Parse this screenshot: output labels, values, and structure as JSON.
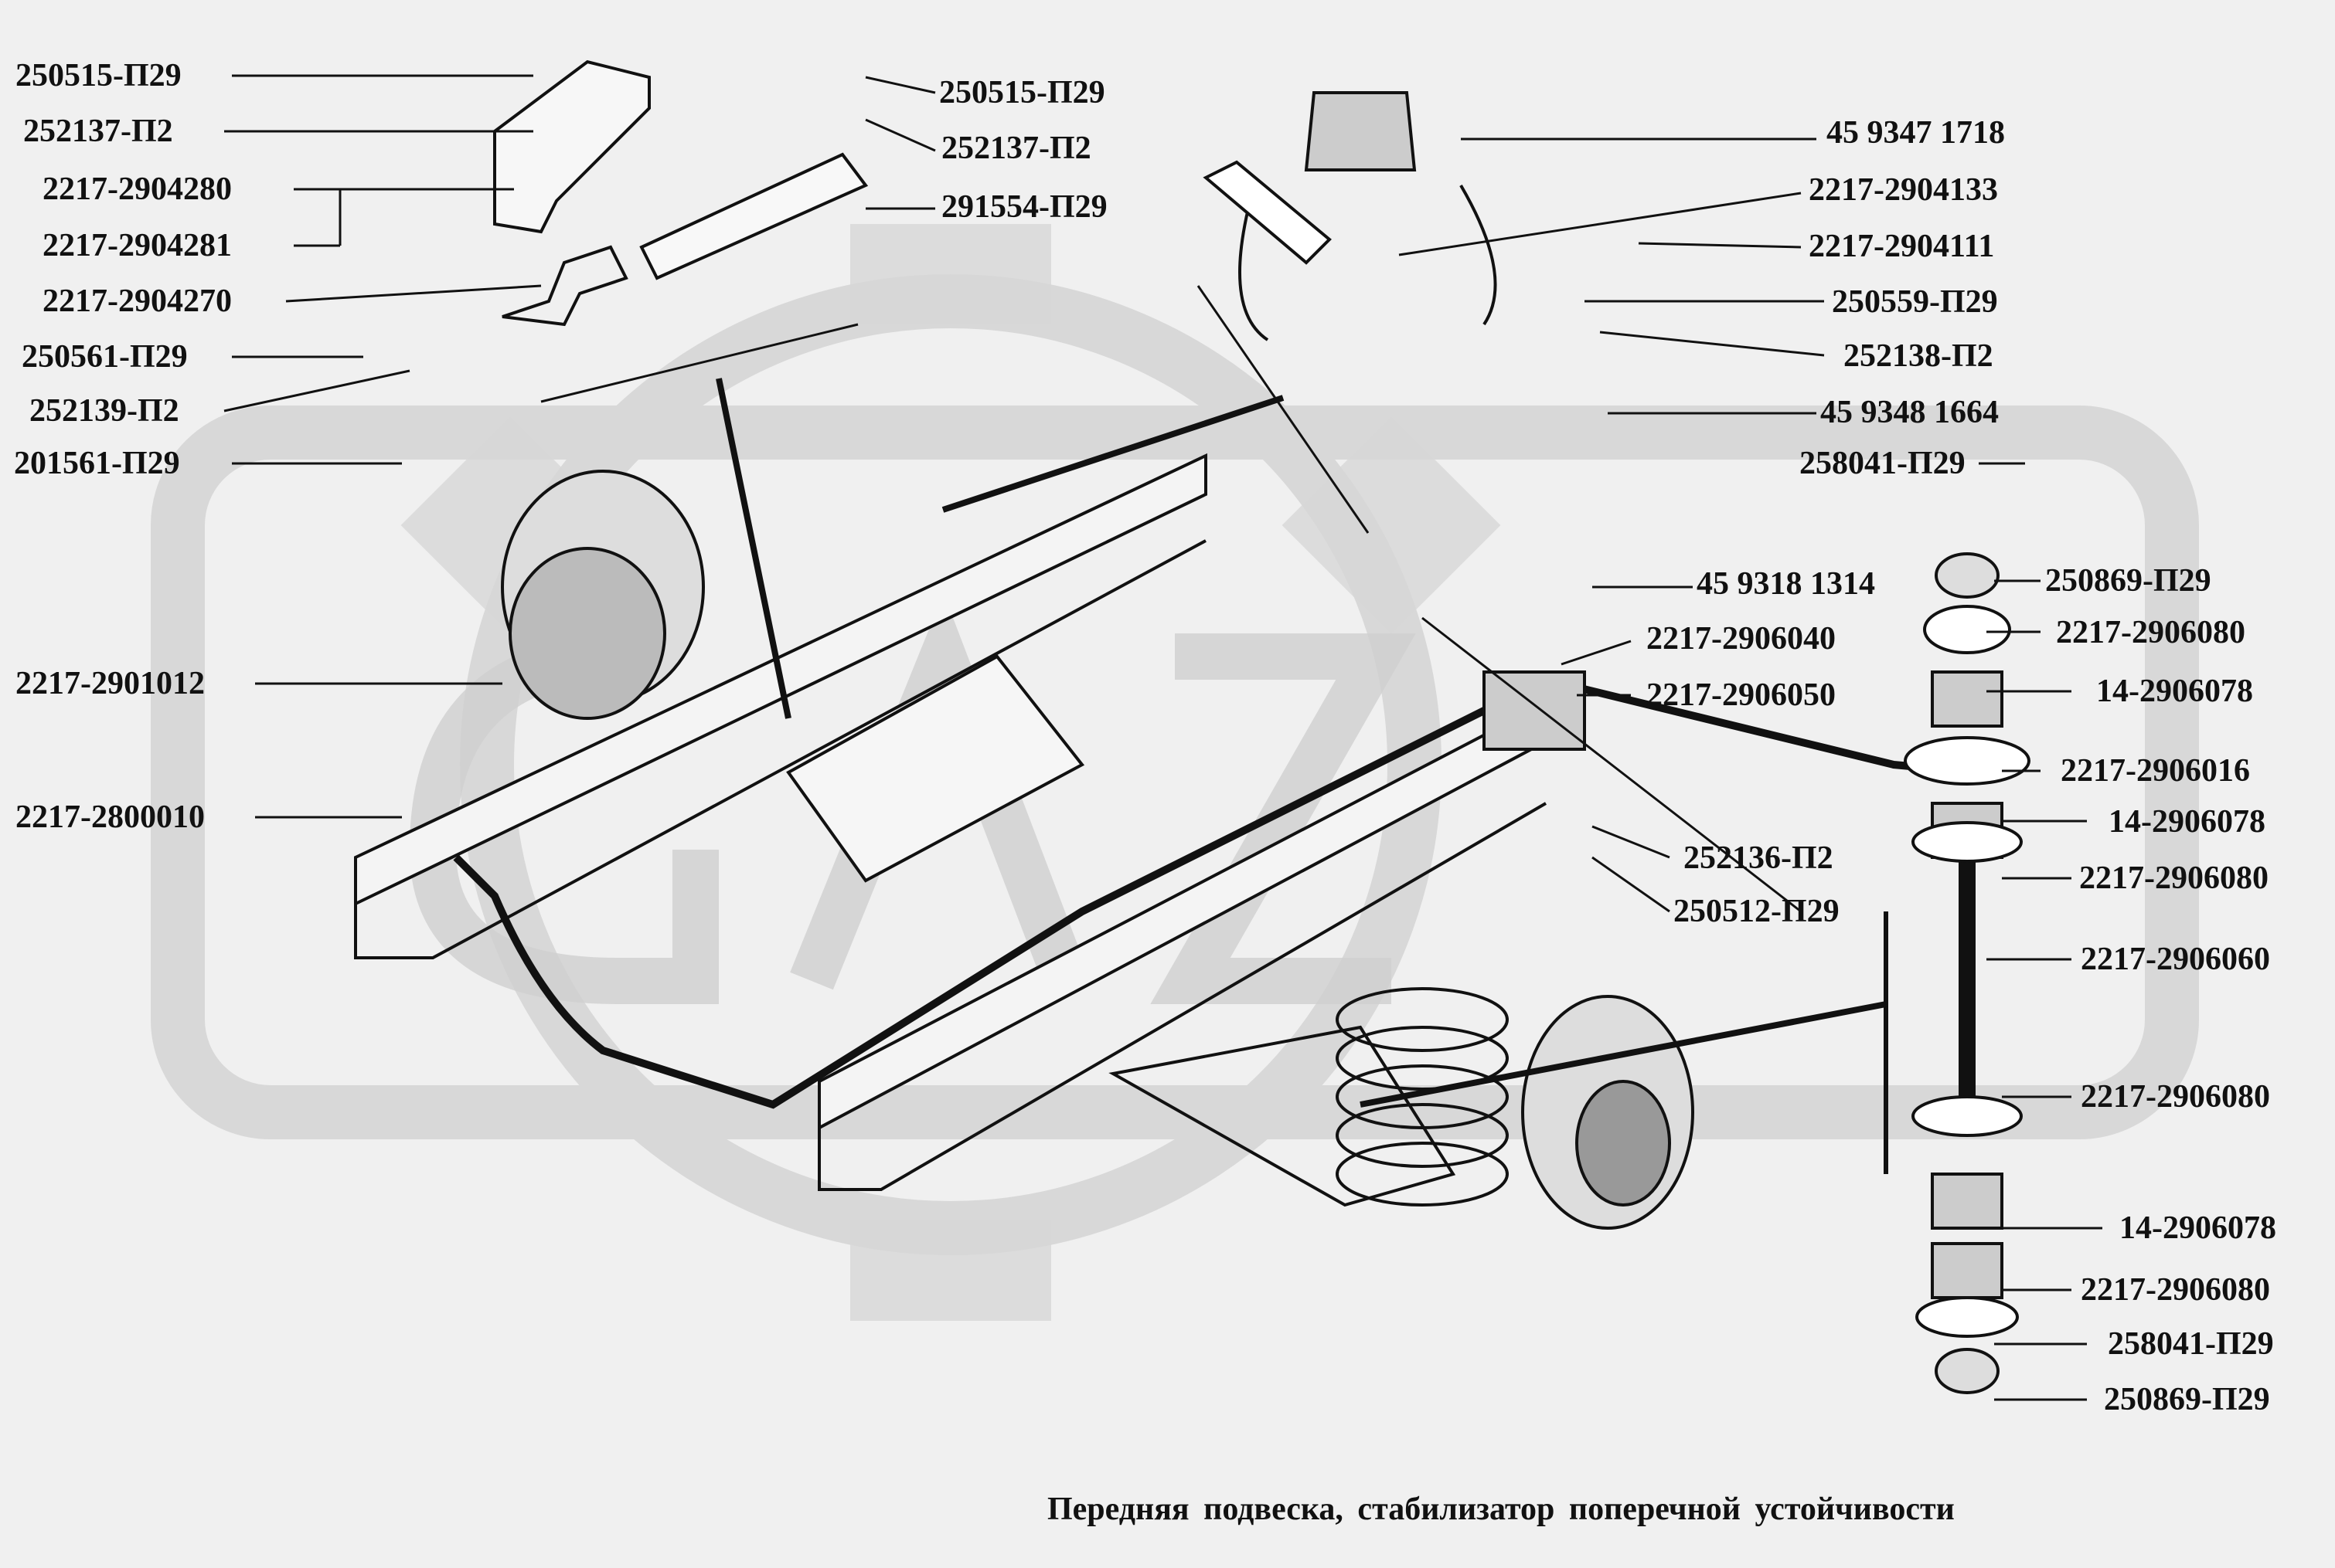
{
  "caption": "Передняя подвеска, стабилизатор поперечной устойчивости",
  "watermark": "GAZ logo (gear)",
  "colors": {
    "line": "#111111",
    "watermark": "#d6d6d6",
    "background": "#f0f0f0"
  },
  "labels_left": [
    "250515-П29",
    "252137-П2",
    "2217-2904280",
    "2217-2904281",
    "2217-2904270",
    "250561-П29",
    "252139-П2",
    "201561-П29",
    "2217-2901012",
    "2217-2800010"
  ],
  "labels_top_mid": [
    "250515-П29",
    "252137-П2",
    "291554-П29"
  ],
  "labels_top_right": [
    "45 9347 1718",
    "2217-2904133",
    "2217-2904111",
    "250559-П29",
    "252138-П2",
    "45 9348 1664"
  ],
  "labels_center": [
    "45 9318 1314",
    "2217-2906040",
    "2217-2906050",
    "252136-П2",
    "250512-П29"
  ],
  "labels_right": [
    "258041-П29",
    "250869-П29",
    "2217-2906080",
    "14-2906078",
    "2217-2906016",
    "14-2906078",
    "2217-2906080",
    "2217-2906060",
    "2217-2906080",
    "14-2906078",
    "2217-2906080",
    "258041-П29",
    "250869-П29"
  ]
}
